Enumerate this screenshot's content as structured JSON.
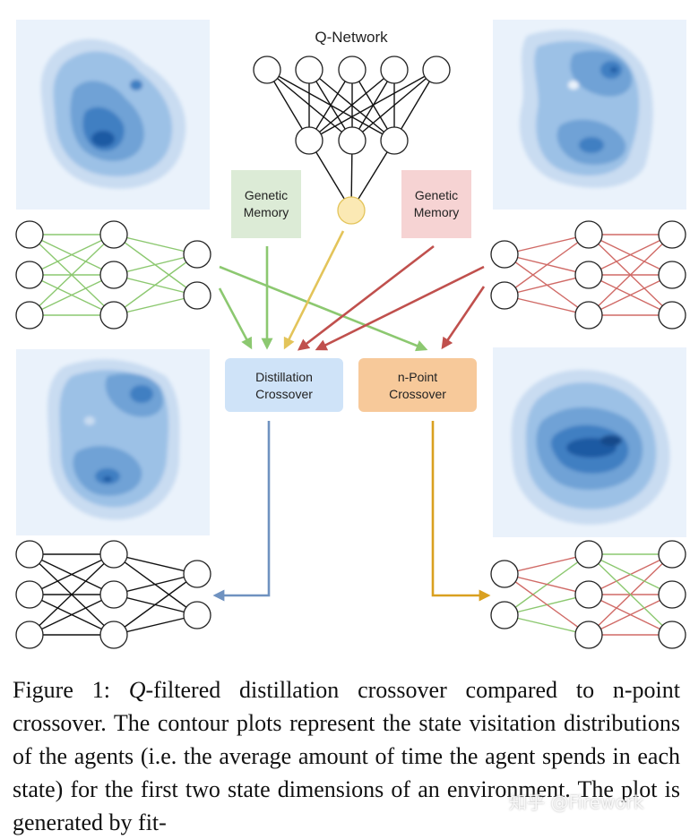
{
  "diagram": {
    "q_network_title": "Q-Network",
    "genetic_memory_left": [
      "Genetic",
      "Memory"
    ],
    "genetic_memory_right": [
      "Genetic",
      "Memory"
    ],
    "distillation_crossover": [
      "Distillation",
      "Crossover"
    ],
    "n_point_crossover": [
      "n-Point",
      "Crossover"
    ]
  },
  "colors": {
    "green_edge": "#8cc870",
    "red_edge": "#d06a66",
    "yellow_arrow": "#e3c45a",
    "blue_arrow": "#6f92c0",
    "orange_arrow": "#d9a020",
    "genetic_memory_left_fill": "#dcebd6",
    "genetic_memory_right_fill": "#f6d3d3",
    "distillation_fill": "#cfe3f8",
    "n_point_fill": "#f7c99a",
    "q_output_node_fill": "#fbe9b4"
  },
  "caption": {
    "prefix": "Figure 1: ",
    "q_symbol": "Q",
    "text": "-filtered distillation crossover compared to n-point crossover. The contour plots represent the state visitation distributions of the agents (i.e. the average amount of time the agent spends in each state) for the first two state dimensions of an environment. The plot is generated by fit-"
  },
  "watermark": "知乎 @Firework"
}
